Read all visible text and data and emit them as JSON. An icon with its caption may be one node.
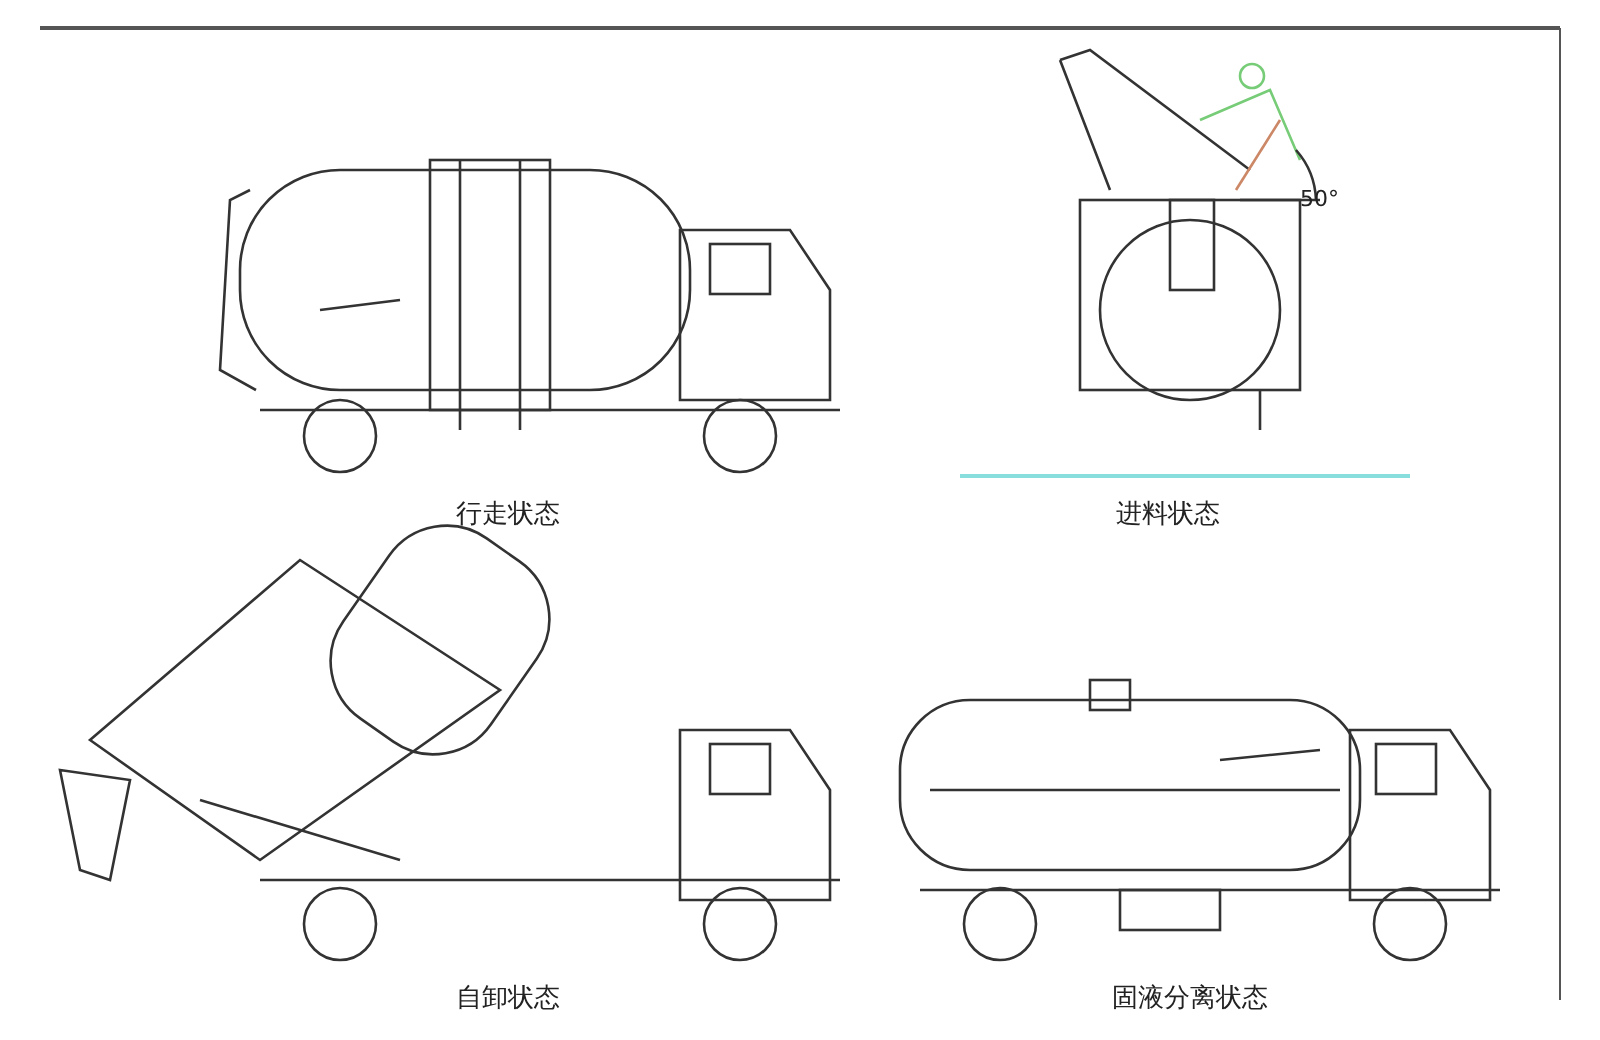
{
  "diagram": {
    "labels": [
      "50°",
      "行走状态",
      "进料状态",
      "自卸状态",
      "固液分离状态"
    ]
  }
}
